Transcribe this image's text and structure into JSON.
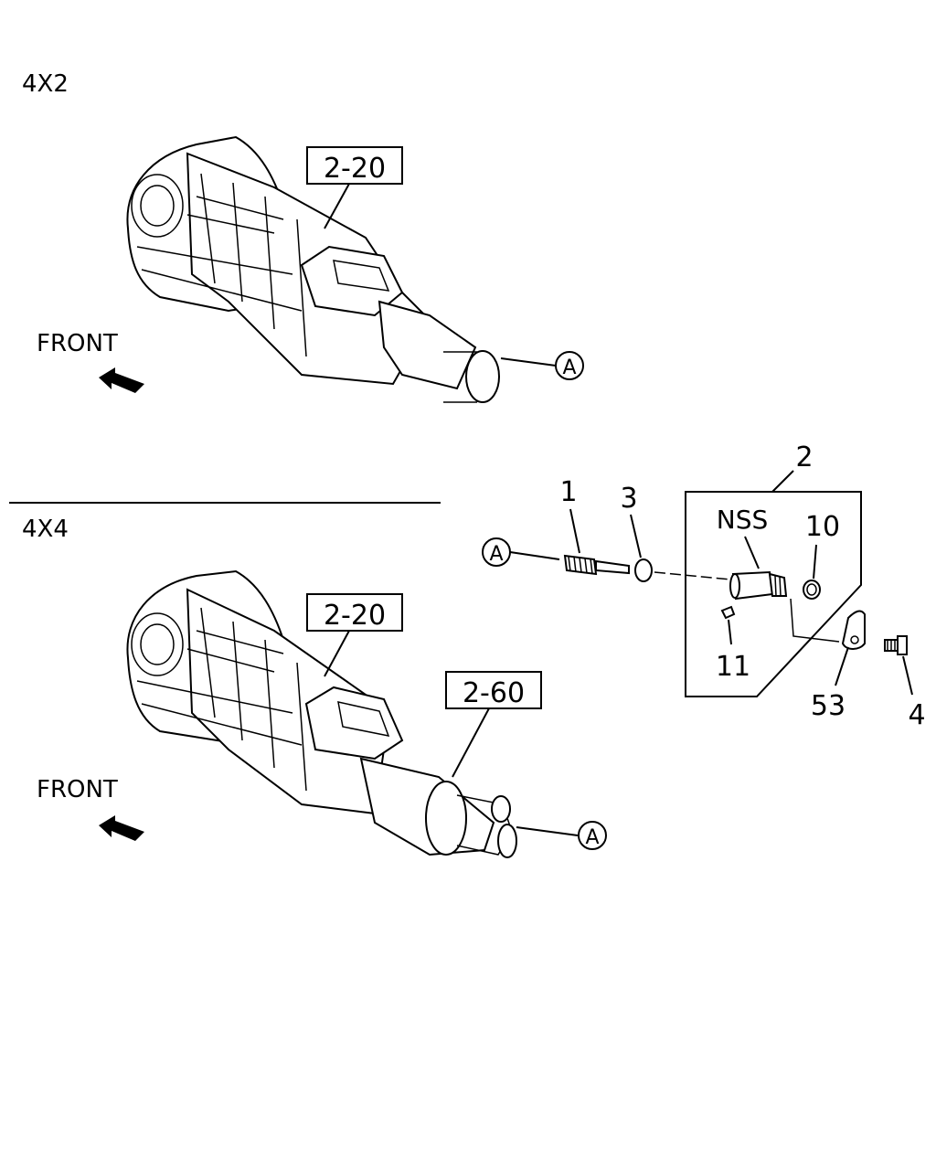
{
  "sections": [
    {
      "id": "4x2",
      "heading": "4X2",
      "ref_box": "2-20",
      "front_label": "FRONT",
      "callout": "A"
    },
    {
      "id": "4x4",
      "heading": "4X4",
      "ref_boxes": [
        "2-20",
        "2-60"
      ],
      "front_label": "FRONT",
      "callout": "A"
    }
  ],
  "detail": {
    "callout": "A",
    "assembly_number": "2",
    "nss_label": "NSS",
    "parts": [
      {
        "number": "1"
      },
      {
        "number": "3"
      },
      {
        "number": "10"
      },
      {
        "number": "11"
      },
      {
        "number": "53"
      },
      {
        "number": "4"
      }
    ]
  }
}
